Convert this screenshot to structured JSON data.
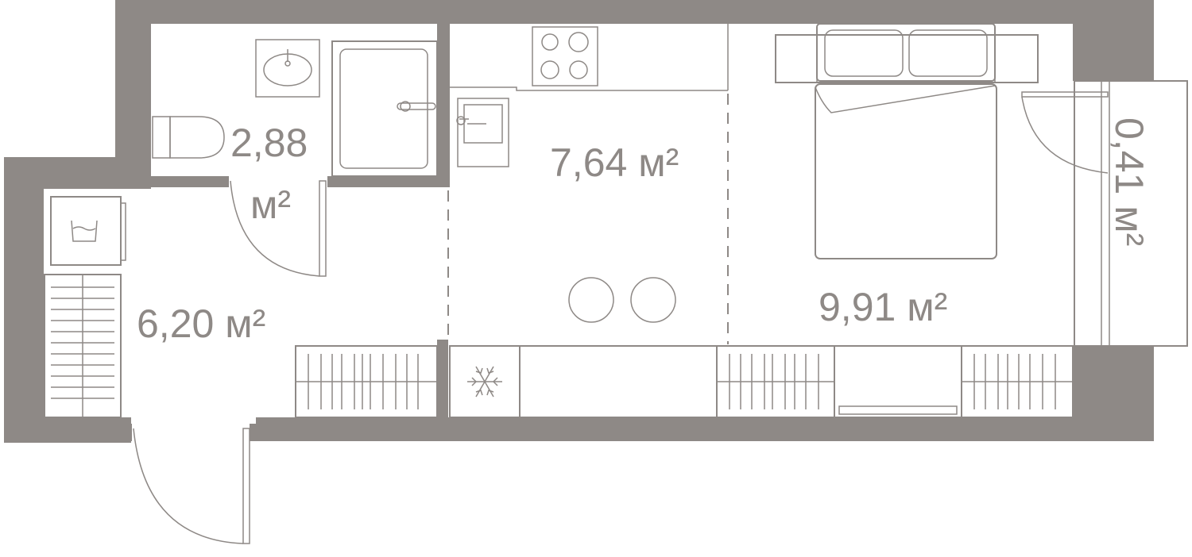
{
  "plan": {
    "rooms": [
      {
        "id": "bathroom",
        "area_value": "2,88",
        "area_unit": "м²"
      },
      {
        "id": "kitchen",
        "area_label": "7,64 м²"
      },
      {
        "id": "hallway",
        "area_label": "6,20 м²"
      },
      {
        "id": "bedroom",
        "area_label": "9,91 м²"
      },
      {
        "id": "balcony",
        "area_label": "0,41 м²"
      }
    ],
    "colors": {
      "wall": "#8e8986",
      "background": "#ffffff"
    },
    "icons": [
      "sink-icon",
      "bathtub-icon",
      "toilet-icon",
      "stove-icon",
      "kitchen-sink-icon",
      "washing-machine-icon",
      "bed-icon",
      "pillow-icon",
      "snowflake-icon",
      "door-icon",
      "stool-icon",
      "wardrobe-icon",
      "radiator-icon"
    ]
  }
}
